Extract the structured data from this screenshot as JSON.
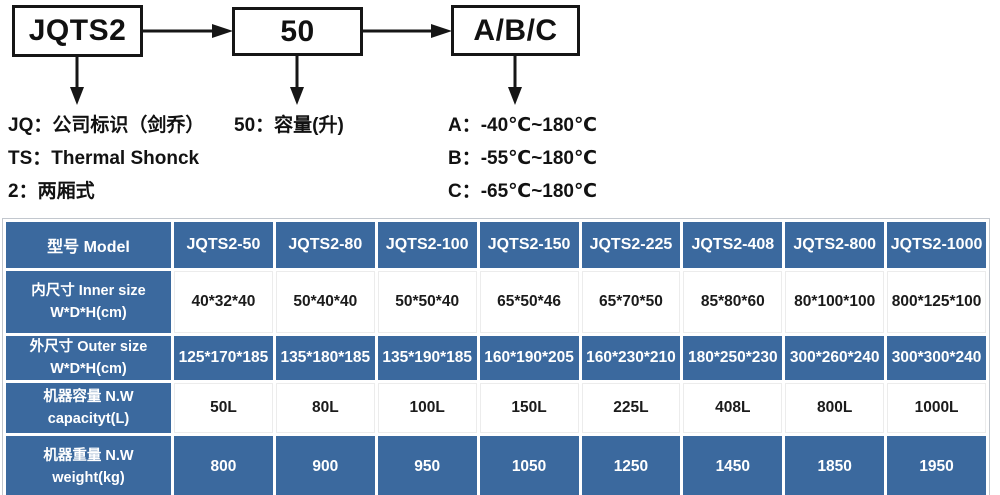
{
  "colors": {
    "table_blue": "#3b699e",
    "diagram_ink": "#161616",
    "data_text": "#1b1b1b"
  },
  "diagram": {
    "boxes": [
      {
        "label": "JQTS2"
      },
      {
        "label": "50"
      },
      {
        "label": "A/B/C"
      }
    ],
    "notes": {
      "jq": "JQ：公司标识（剑乔）",
      "ts": "TS：Thermal Shonck",
      "two": "2：两厢式",
      "fifty": "50：容量(升)",
      "temp_a": "A：-40℃~180℃",
      "temp_b": "B：-55℃~180℃",
      "temp_c": "C：-65℃~180℃"
    }
  },
  "table": {
    "corner_label": "型号 Model",
    "models": [
      "JQTS2-50",
      "JQTS2-80",
      "JQTS2-100",
      "JQTS2-150",
      "JQTS2-225",
      "JQTS2-408",
      "JQTS2-800",
      "JQTS2-1000"
    ],
    "rows": [
      {
        "label_line1": "内尺寸 Inner size",
        "label_line2": "W*D*H(cm)",
        "values": [
          "40*32*40",
          "50*40*40",
          "50*50*40",
          "65*50*46",
          "65*70*50",
          "85*80*60",
          "80*100*100",
          "800*125*100"
        ]
      },
      {
        "label_line1": "外尺寸 Outer size",
        "label_line2": "W*D*H(cm)",
        "values": [
          "125*170*185",
          "135*180*185",
          "135*190*185",
          "160*190*205",
          "160*230*210",
          "180*250*230",
          "300*260*240",
          "300*300*240"
        ]
      },
      {
        "label_line1": "机器容量 N.W",
        "label_line2": "capacityt(L)",
        "values": [
          "50L",
          "80L",
          "100L",
          "150L",
          "225L",
          "408L",
          "800L",
          "1000L"
        ]
      },
      {
        "label_line1": "机器重量 N.W",
        "label_line2": "weight(kg)",
        "values": [
          "800",
          "900",
          "950",
          "1050",
          "1250",
          "1450",
          "1850",
          "1950"
        ]
      }
    ]
  }
}
